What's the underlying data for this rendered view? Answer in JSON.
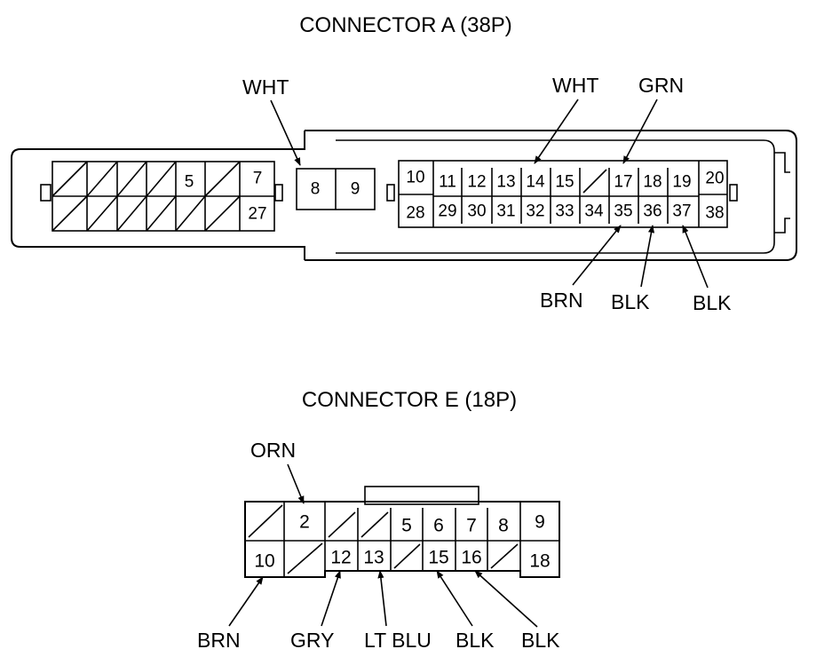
{
  "connector_a": {
    "title": "CONNECTOR A (38P)",
    "top_pins": [
      "5",
      "7",
      "8",
      "9",
      "10",
      "11",
      "12",
      "13",
      "14",
      "15",
      "17",
      "18",
      "19",
      "20"
    ],
    "bottom_pins": [
      "27",
      "28",
      "29",
      "30",
      "31",
      "32",
      "33",
      "34",
      "35",
      "36",
      "37",
      "38"
    ],
    "wires": {
      "pin8": "WHT",
      "pin14": "WHT",
      "pin17": "GRN",
      "pin35": "BRN",
      "pin36": "BLK",
      "pin37": "BLK"
    }
  },
  "connector_e": {
    "title": "CONNECTOR E (18P)",
    "top_pins": [
      "2",
      "5",
      "6",
      "7",
      "8",
      "9"
    ],
    "bottom_pins": [
      "10",
      "12",
      "13",
      "15",
      "16",
      "18"
    ],
    "wires": {
      "pin2": "ORN",
      "pin10": "BRN",
      "pin12": "GRY",
      "pin13": "LT BLU",
      "pin15": "BLK",
      "pin16": "BLK"
    }
  }
}
